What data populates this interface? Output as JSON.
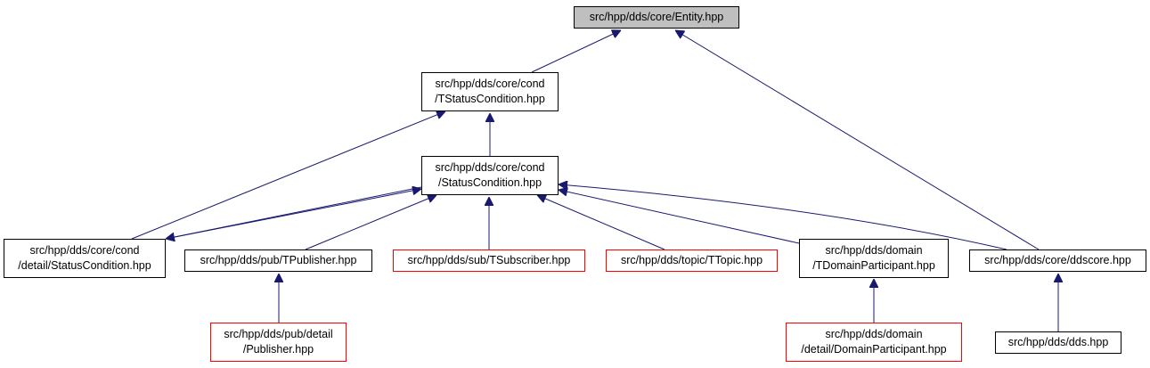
{
  "colors": {
    "edge": "#191970",
    "node_border": "#000000",
    "undocumented_border": "#ff0000",
    "root_fill": "#bfbfbf"
  },
  "nodes": {
    "entity": {
      "lines": [
        "src/hpp/dds/core/Entity.hpp"
      ]
    },
    "tstatus": {
      "lines": [
        "src/hpp/dds/core/cond",
        "/TStatusCondition.hpp"
      ]
    },
    "status": {
      "lines": [
        "src/hpp/dds/core/cond",
        "/StatusCondition.hpp"
      ]
    },
    "detailsc": {
      "lines": [
        "src/hpp/dds/core/cond",
        "/detail/StatusCondition.hpp"
      ]
    },
    "tpub": {
      "lines": [
        "src/hpp/dds/pub/TPublisher.hpp"
      ]
    },
    "tsub": {
      "lines": [
        "src/hpp/dds/sub/TSubscriber.hpp"
      ]
    },
    "ttopic": {
      "lines": [
        "src/hpp/dds/topic/TTopic.hpp"
      ]
    },
    "tdomain": {
      "lines": [
        "src/hpp/dds/domain",
        "/TDomainParticipant.hpp"
      ]
    },
    "ddscore": {
      "lines": [
        "src/hpp/dds/core/ddscore.hpp"
      ]
    },
    "pubdetail": {
      "lines": [
        "src/hpp/dds/pub/detail",
        "/Publisher.hpp"
      ]
    },
    "domdetail": {
      "lines": [
        "src/hpp/dds/domain",
        "/detail/DomainParticipant.hpp"
      ]
    },
    "dds": {
      "lines": [
        "src/hpp/dds/dds.hpp"
      ]
    }
  }
}
